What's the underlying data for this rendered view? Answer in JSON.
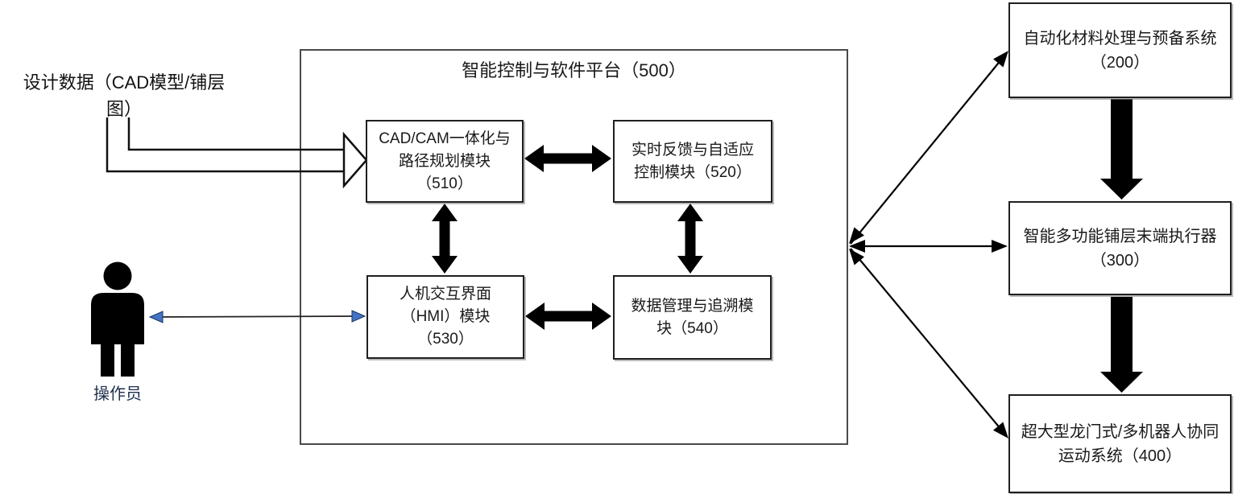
{
  "design_data_label": {
    "line1": "设计数据（CAD模型/铺层",
    "line2": "图）"
  },
  "operator": {
    "label": "操作员"
  },
  "platform": {
    "title": "智能控制与软件平台（500）",
    "modules": [
      {
        "id": "510",
        "lines": [
          "CAD/CAM一体化与",
          "路径规划模块",
          "（510）"
        ]
      },
      {
        "id": "520",
        "lines": [
          "实时反馈与自适应",
          "控制模块（520）"
        ]
      },
      {
        "id": "530",
        "lines": [
          "人机交互界面",
          "（HMI）模块",
          "（530）"
        ]
      },
      {
        "id": "540",
        "lines": [
          "数据管理与追溯模",
          "块（540）"
        ]
      }
    ]
  },
  "subsystems": [
    {
      "id": "200",
      "lines": [
        "自动化材料处理与预备系统",
        "（200）"
      ]
    },
    {
      "id": "300",
      "lines": [
        "智能多功能铺层末端执行器",
        "（300）"
      ]
    },
    {
      "id": "400",
      "lines": [
        "超大型龙门式/多机器人协同",
        "运动系统（400）"
      ]
    }
  ],
  "colors": {
    "accent_blue": "#4472C4",
    "line_black": "#1a1a1a"
  }
}
